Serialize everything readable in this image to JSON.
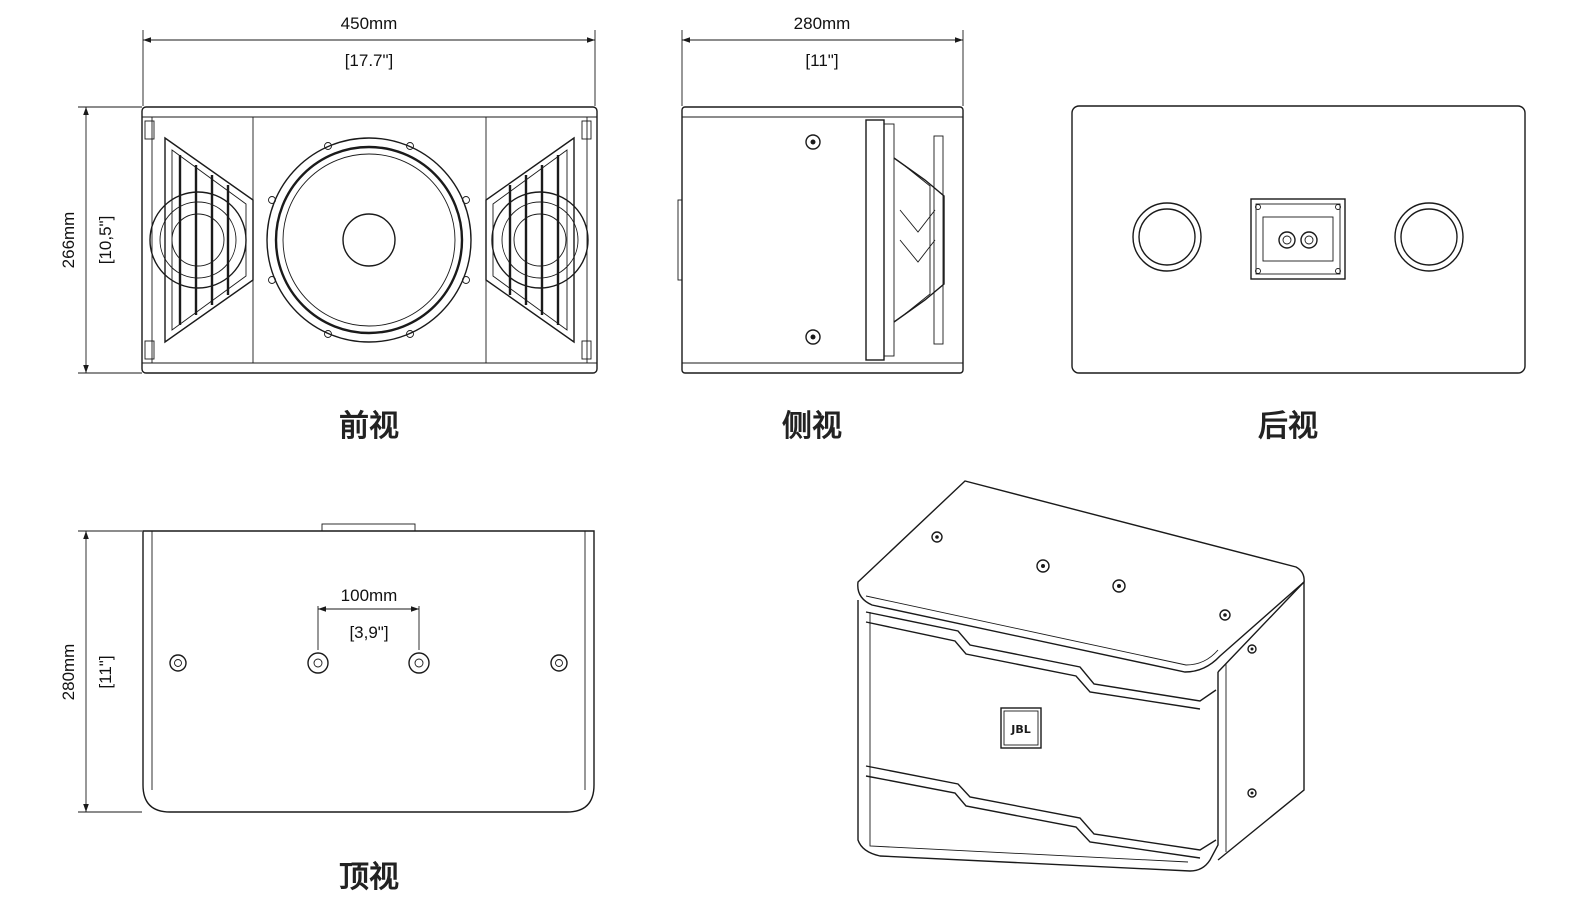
{
  "views": {
    "front": {
      "caption": "前视",
      "width_mm": "450mm",
      "width_in": "[17.7\"]",
      "height_mm": "266mm",
      "height_in": "[10,5\"]"
    },
    "side": {
      "caption": "侧视",
      "depth_mm": "280mm",
      "depth_in": "[11\"]"
    },
    "rear": {
      "caption": "后视"
    },
    "top": {
      "caption": "顶视",
      "depth_mm": "280mm",
      "depth_in": "[11\"]",
      "hole_spacing_mm": "100mm",
      "hole_spacing_in": "[3,9\"]"
    },
    "isometric": {
      "logo": "JBL"
    }
  }
}
